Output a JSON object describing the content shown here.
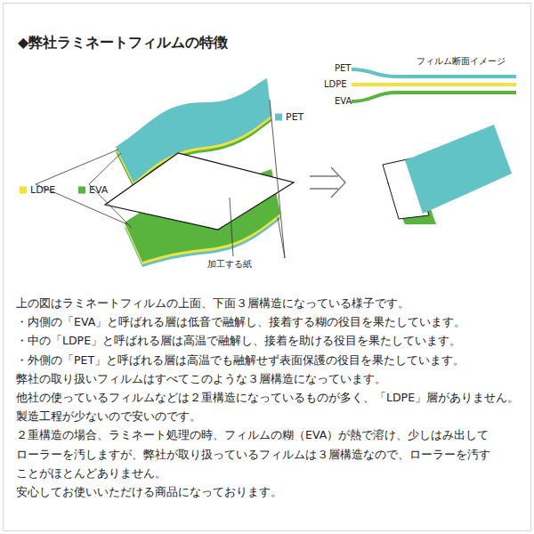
{
  "diagram": {
    "title": "◆弊社ラミネートフィルムの特徴",
    "labels": [
      "フィルム断面イメージ",
      "PET",
      "LDPE",
      "EVA",
      "加工する紙",
      "上の図はラミネートフィルムの上面、下面３層構造になっている様子です。",
      "・内側の「EVA」と呼ばれる層は低音で融解し、接着する糊の役目を果たしています。",
      "・中の「LDPE」と呼ばれる層は高温で融解し、接着を助ける役目を果たしています。",
      "・外側の「PET」と呼ばれる層は高温でも融解せず表面保護の役目を果たしています。",
      "弊社の取り扱いフィルムはすべてこのような３層構造になっています。",
      "他社の使っているフィルムなどは２重構造になっているものが多く、「LDPE」層がありません。",
      "製造工程が少ないので安いのです。",
      "２重構造の場合、ラミネート処理の時、フィルムの糊（EVA）が熱で溶け、少しはみ出して",
      "ローラーを汚しますが、弊社が取り扱っているフィルムは３層構造なので、ローラーを汚す",
      "ことがほとんどありません。",
      "安心してお使いいただける商品になっております。"
    ],
    "legend": [
      {
        "text": "PET",
        "color": "#62c3c6"
      },
      {
        "text": "LDPE",
        "color": "#f3e23c"
      },
      {
        "text": "EVA",
        "color": "#58b43c"
      }
    ]
  }
}
